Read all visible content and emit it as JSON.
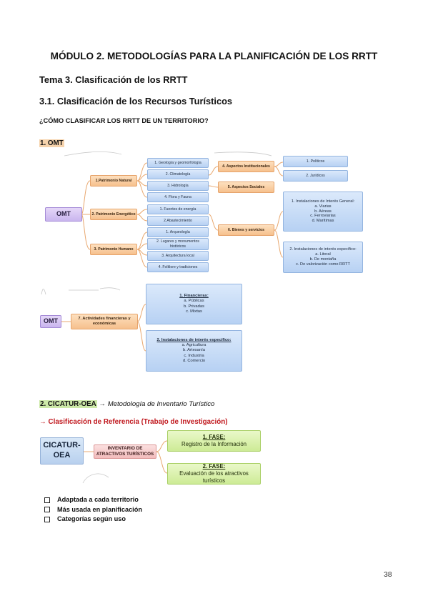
{
  "title": "MÓDULO 2. METODOLOGÍAS PARA LA PLANIFICACIÓN DE LOS RRTT",
  "tema": "Tema 3. Clasificación de los RRTT",
  "subsection": "3.1. Clasificación de los Recursos Turísticos",
  "question": "¿CÓMO CLASIFICAR LOS RRTT DE UN TERRITORIO?",
  "omt_heading": "1. OMT",
  "diagram1": {
    "root": "OMT",
    "branches": [
      {
        "label": "1.Patrimonio Natural",
        "children": [
          "1. Geología y geomorfología",
          "2. Climatología",
          "3. Hidrología",
          "4. Flora y Fauna"
        ]
      },
      {
        "label": "2. Patrimonio Energético",
        "children": [
          "1. Fuentes de energía",
          "2.Abastecimiento"
        ]
      },
      {
        "label": "3. Patrimonio Humano",
        "children": [
          "1. Arqueología",
          "2. Lugares y monumentos históricos",
          "3. Arquitectura local",
          "4. Folklore y tradiciones"
        ]
      },
      {
        "label": "4. Aspectos Institucionales",
        "children": [
          "1. Políticos",
          "2. Jurídicos"
        ]
      },
      {
        "label": "5. Aspectos Sociales",
        "children": []
      },
      {
        "label": "6. Bienes y servicios",
        "children": [
          [
            "1. Instalaciones de Interés General:",
            "a. Viarias",
            "b. Aéreas",
            "c. Ferroviarias",
            "d. Marítimas"
          ],
          [
            "2. Instalaciones de interés específico:",
            "a. Litoral",
            "b. De montaña",
            "c. De valorización como RRTT"
          ]
        ]
      }
    ]
  },
  "diagram2": {
    "root": "OMT",
    "branch": "7. Actividades financieras y económicas",
    "child1": {
      "title": "1. Financieras:",
      "items": [
        "a. Públicas",
        "b. Privadas",
        "c. Mixtas"
      ]
    },
    "child2": {
      "title": "2. Instalaciones de interés específico:",
      "items": [
        "a. Agricultura",
        "b. Artesanía",
        "c. Industria",
        "d. Comercio"
      ]
    }
  },
  "cicatur": {
    "heading": "2. CICATUR-OEA",
    "arrow": "→",
    "subtitle": "Metodología de Inventario Turístico",
    "reference_line": "→ Clasificación de Referencia (Trabajo de Investigación)",
    "root": [
      "CICATUR-",
      "OEA"
    ],
    "middle": [
      "INVENTARIO DE",
      "ATRACTIVOS TURÍSTICOS"
    ],
    "phase1": {
      "title": "1. FASE:",
      "text": "Registro de la Información"
    },
    "phase2": {
      "title": "2. FASE:",
      "text": "Evaluación de los atractivos turísticos"
    }
  },
  "checklist": [
    "Adaptada a cada territorio",
    "Más usada en planificación",
    "Categorías según uso"
  ],
  "page_number": "38"
}
